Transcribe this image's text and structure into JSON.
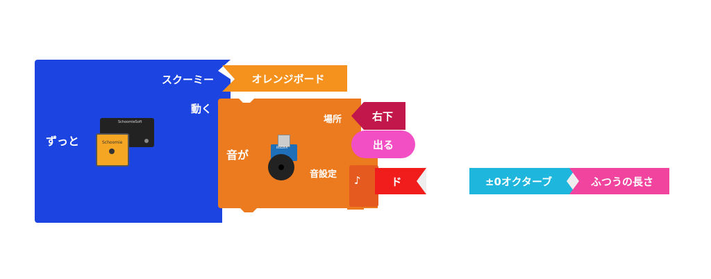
{
  "forever_block": {
    "label": "ずっと",
    "color": "#1C44E0"
  },
  "target_row": {
    "label": "スクーミー",
    "value": "オレンジボード",
    "value_color": "#F5921E"
  },
  "move_label": "動く",
  "sound_block": {
    "label": "音が",
    "color": "#EC7A1E",
    "place_label": "場所",
    "place_value": "右下",
    "place_color": "#C2174A",
    "action_value": "出る",
    "action_color": "#F24FC4",
    "sound_setting_label": "音設定"
  },
  "note_block": {
    "icon_glyph": "♪",
    "icon": "music-note-icon",
    "note": "ド",
    "note_color": "#F11C1C",
    "octave": "±0オクターブ",
    "octave_color": "#1EB6DC",
    "length": "ふつうの長さ",
    "length_color": "#F0449E"
  },
  "board_thumbnail": {
    "board_label": "SchoomieSoft",
    "module_label": "Schoomie"
  },
  "buzzer_thumbnail": {
    "label": "BUZZER"
  }
}
